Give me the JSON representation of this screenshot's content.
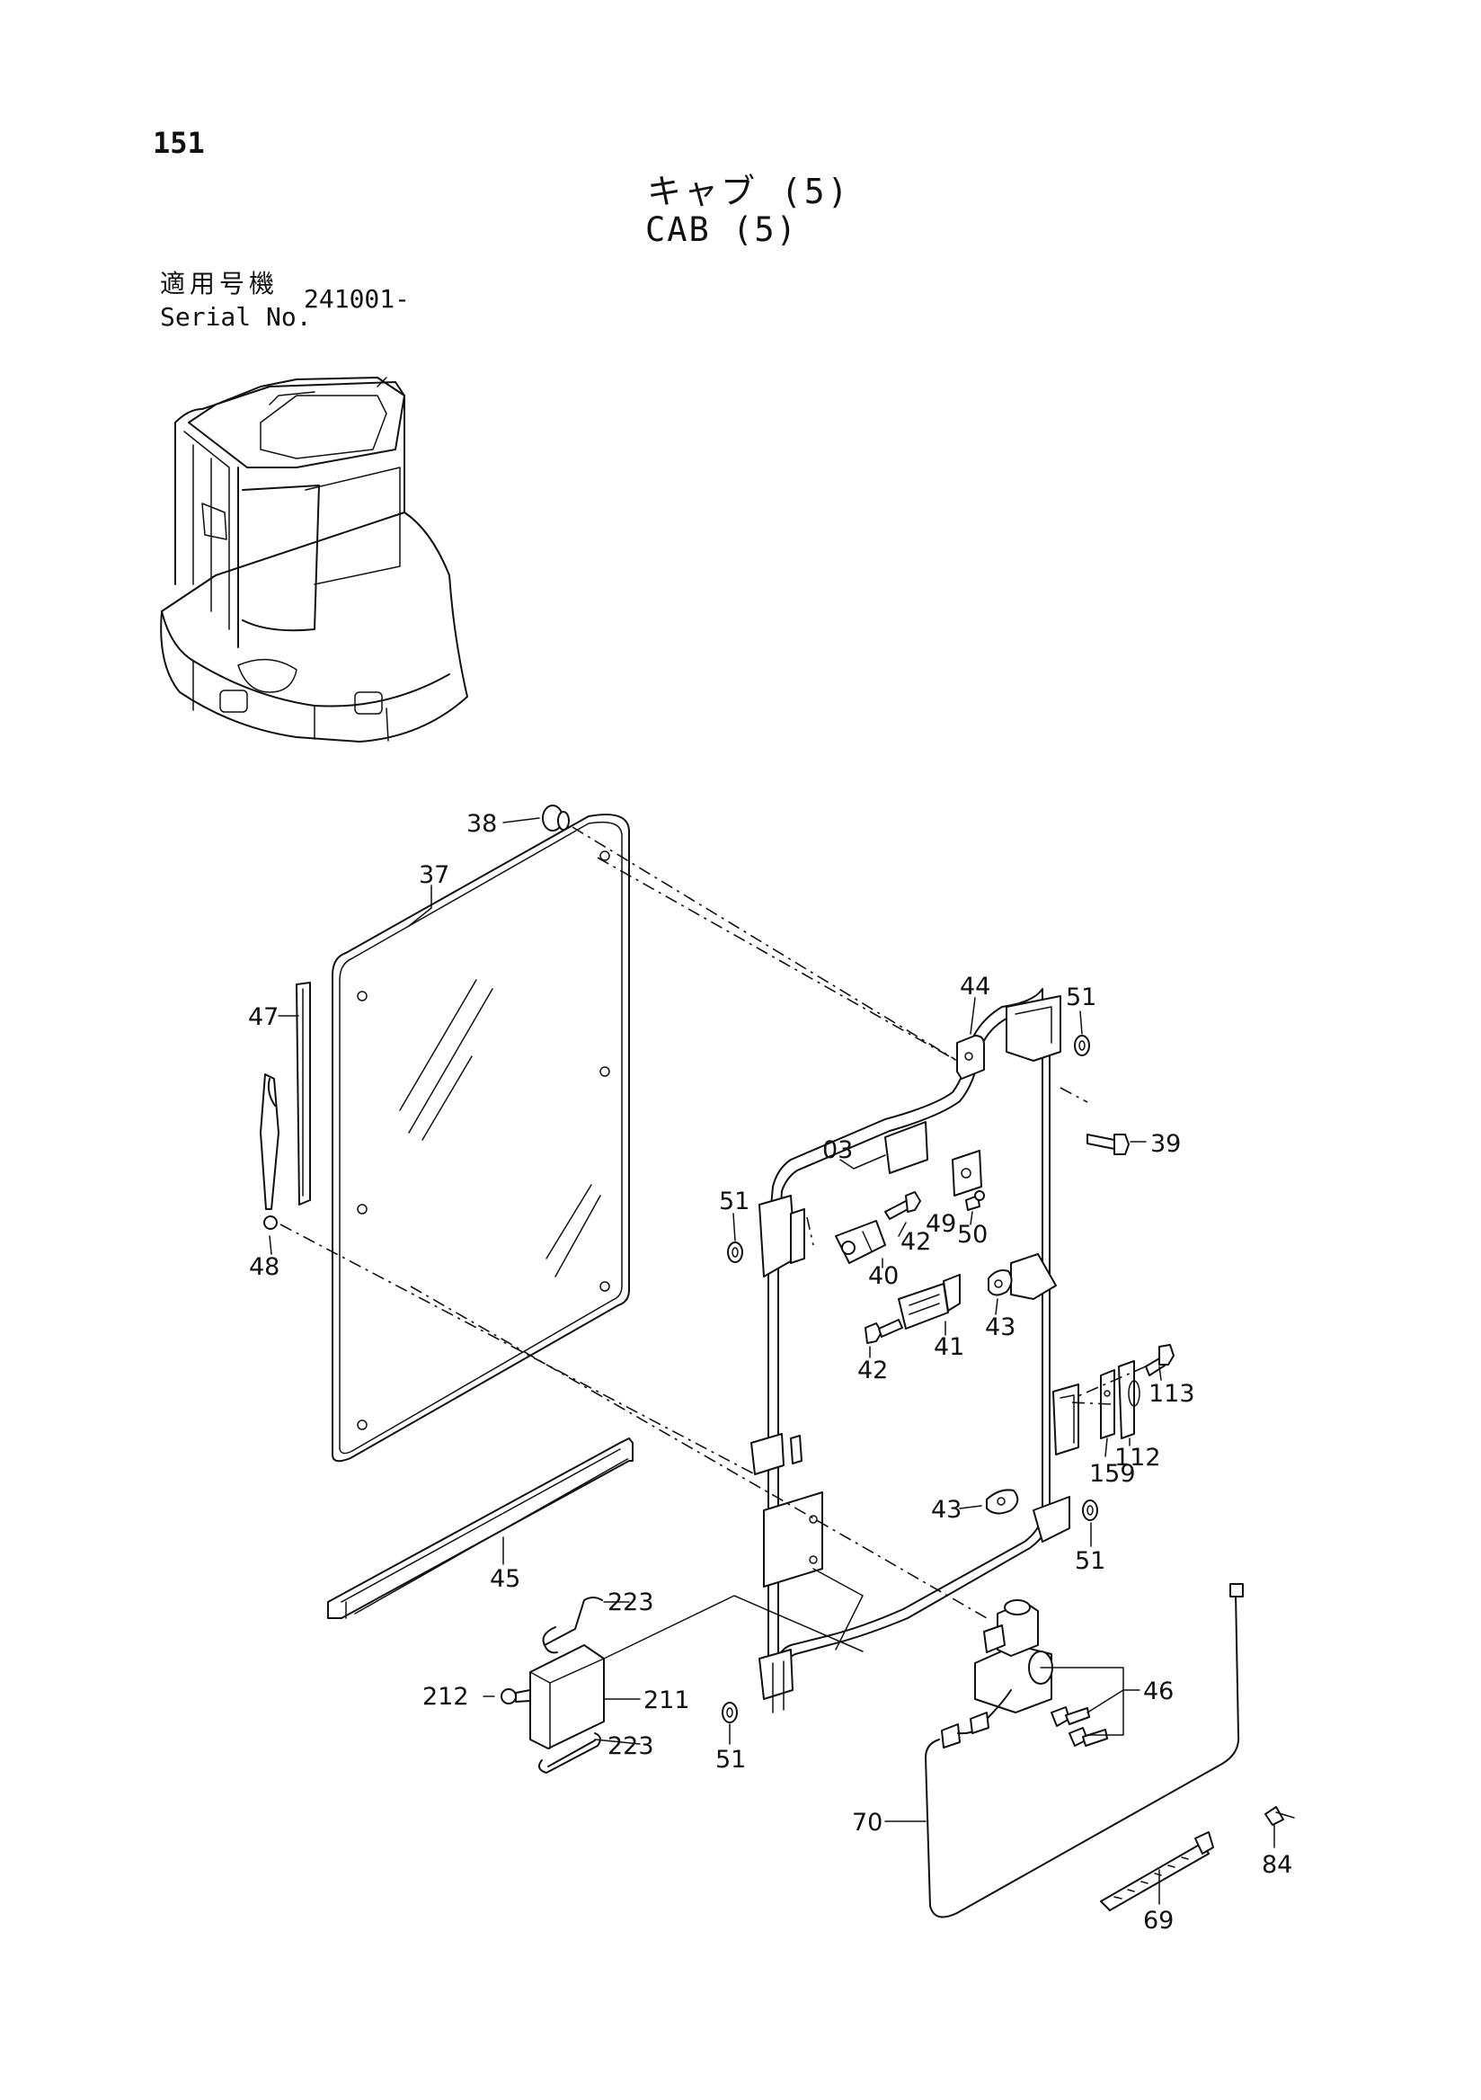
{
  "header": {
    "page_number": "151",
    "title_jp": "キャブ (5)",
    "title_en": "CAB (5)",
    "serial_label_jp": "適用号機",
    "serial_label_en": "Serial No.",
    "serial_value": "241001-"
  },
  "callouts": {
    "p03": "03",
    "p37": "37",
    "p38": "38",
    "p39": "39",
    "p40": "40",
    "p41": "41",
    "p42a": "42",
    "p42b": "42",
    "p43a": "43",
    "p43b": "43",
    "p44": "44",
    "p45": "45",
    "p46": "46",
    "p47": "47",
    "p48": "48",
    "p49": "49",
    "p50": "50",
    "p51a": "51",
    "p51b": "51",
    "p51c": "51",
    "p51d": "51",
    "p69": "69",
    "p70": "70",
    "p84": "84",
    "p112": "112",
    "p113": "113",
    "p159": "159",
    "p211": "211",
    "p212": "212",
    "p223a": "223",
    "p223b": "223"
  }
}
